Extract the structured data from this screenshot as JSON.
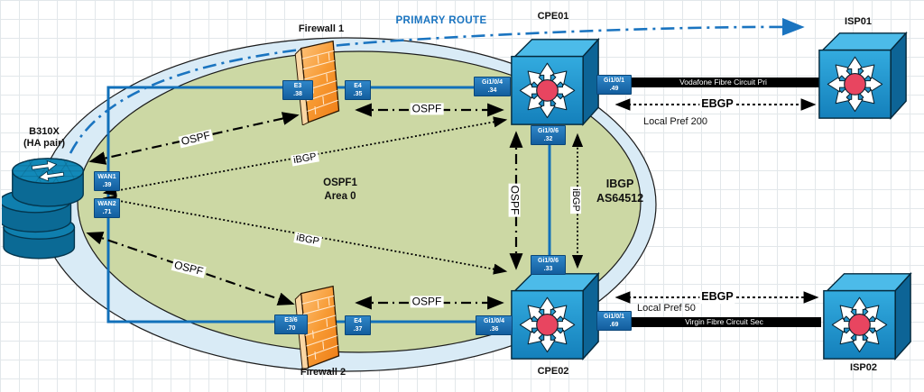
{
  "nodes": {
    "b310x": {
      "line1": "B310X",
      "line2": "(HA pair)"
    },
    "firewall1": {
      "label": "Firewall 1"
    },
    "firewall2": {
      "label": "Firewall 2"
    },
    "cpe01": {
      "label": "CPE01"
    },
    "cpe02": {
      "label": "CPE02"
    },
    "isp01": {
      "label": "ISP01"
    },
    "isp02": {
      "label": "ISP02"
    }
  },
  "regions": {
    "ospf_area": {
      "line1": "OSPF1",
      "line2": "Area 0"
    },
    "ibgp_as": {
      "line1": "IBGP",
      "line2": "AS64512"
    }
  },
  "interfaces": {
    "wan1": {
      "name": "WAN1",
      "addr": ".39"
    },
    "wan2": {
      "name": "WAN2",
      "addr": ".71"
    },
    "fw1_left": {
      "name": "E3",
      "addr": ".38"
    },
    "fw1_right": {
      "name": "E4",
      "addr": ".35"
    },
    "fw2_left": {
      "name": "E3/6",
      "addr": ".70"
    },
    "fw2_right": {
      "name": "E4",
      "addr": ".37"
    },
    "cpe01_left": {
      "name": "Gi1/0/4",
      "addr": ".34"
    },
    "cpe01_right": {
      "name": "Gi1/0/1",
      "addr": ".49"
    },
    "cpe01_down": {
      "name": "Gi1/0/6",
      "addr": ".32"
    },
    "cpe02_up": {
      "name": "Gi1/0/6",
      "addr": ".33"
    },
    "cpe02_left": {
      "name": "Gi1/0/4",
      "addr": ".36"
    },
    "cpe02_right": {
      "name": "Gi1/0/1",
      "addr": ".69"
    }
  },
  "links": {
    "primary_route": "PRIMARY ROUTE",
    "ospf": "OSPF",
    "ibgp": "iBGP",
    "ebgp": "EBGP",
    "local_pref_pri": "Local Pref 200",
    "local_pref_sec": "Local Pref 50",
    "circuit_pri": "Vodafone Fibre Circuit Pri",
    "circuit_sec": "Virgin Fibre Circuit Sec"
  },
  "colors": {
    "primary_route_blue": "#1a74c0",
    "physical_link_blue": "#1170ba",
    "ospf_area_green": "#ccd8a4",
    "ibgp_area_blue": "#d9ebf6",
    "interface_chip_blue": "#1a6cb0",
    "switch_front_blue": "#259dd6",
    "switch_center_red": "#e84560",
    "firewall_orange": "#f4931f",
    "circuit_bar_black": "#000000"
  }
}
